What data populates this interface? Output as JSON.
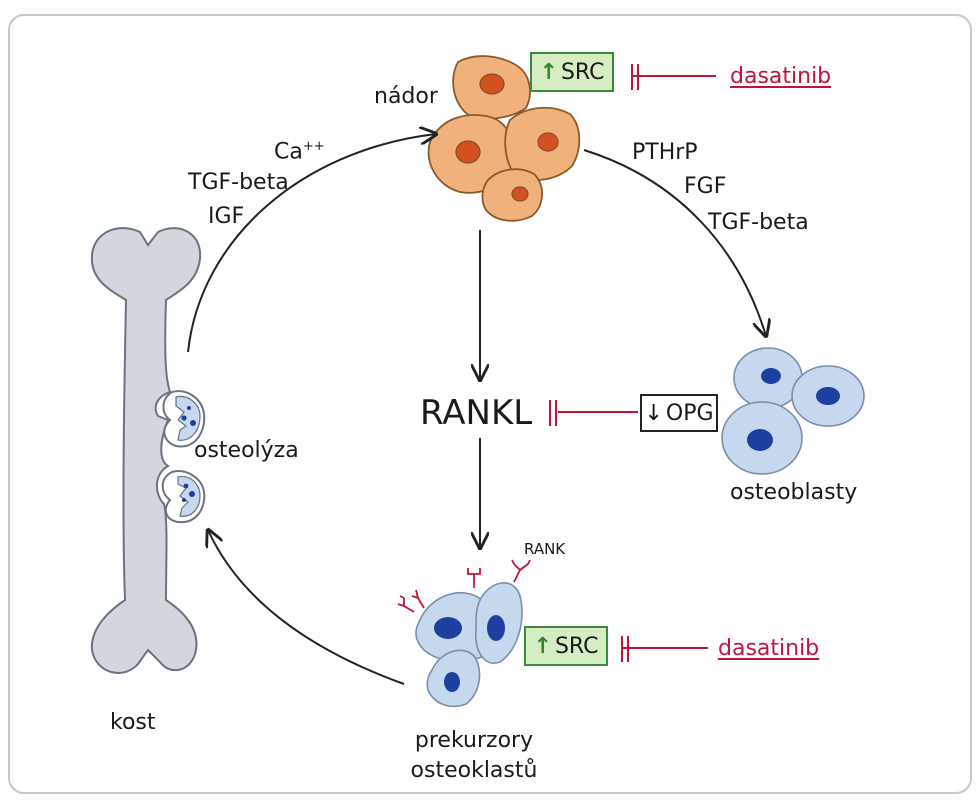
{
  "labels": {
    "tumor": "nádor",
    "bone": "kost",
    "osteolysis": "osteolýza",
    "osteoblasts": "osteoblasty",
    "precursors_line1": "prekurzory",
    "precursors_line2": "osteoklastů",
    "rankl": "RANKL",
    "rank": "RANK"
  },
  "factors_to_tumor": {
    "ca": "Ca",
    "ca_charge": "++",
    "tgf": "TGF-beta",
    "igf": "IGF"
  },
  "factors_to_osteoblasts": [
    "PTHrP",
    "FGF",
    "TGF-beta"
  ],
  "src_top": {
    "arrow": "↑",
    "text": "SRC"
  },
  "src_bottom": {
    "arrow": "↑",
    "text": "SRC"
  },
  "opg": {
    "arrow": "↓",
    "text": "OPG"
  },
  "inhibitor_top": "dasatinib",
  "inhibitor_bottom": "dasatinib",
  "colors": {
    "tumor_cell": "#f0b27a",
    "tumor_nucleus": "#d2511f",
    "cell_blue": "#c5d8ee",
    "cell_nucleus": "#1f3fa0",
    "bone": "#d3d7dd",
    "inhibitor_red": "#c0143c",
    "src_green": "#d6ecc3"
  }
}
